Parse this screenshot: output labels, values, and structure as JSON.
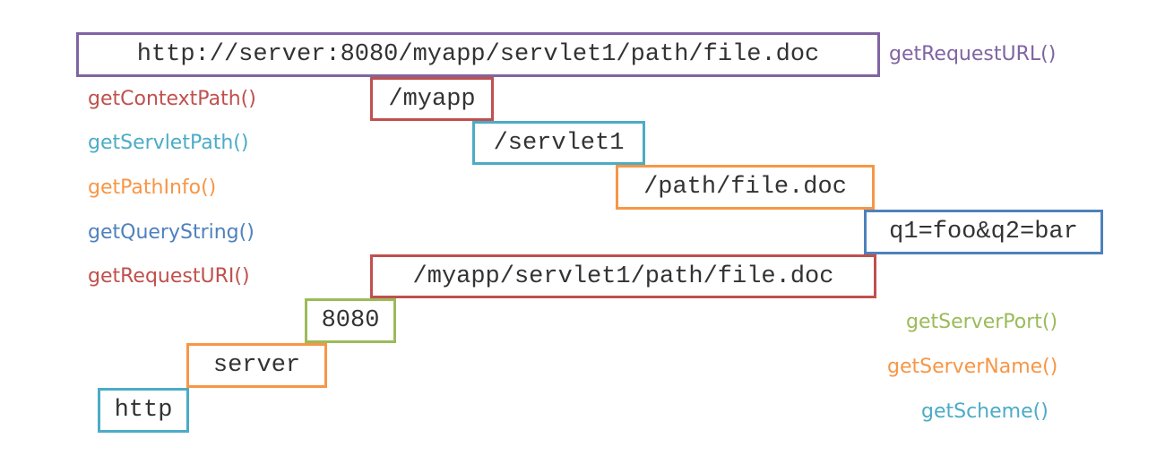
{
  "colors": {
    "purple": "#8064a2",
    "red": "#c0504d",
    "teal": "#4bacc6",
    "orange": "#f79646",
    "blue": "#4f81bd",
    "green": "#9bbb59"
  },
  "rows": {
    "request_url": {
      "value": "http://server:8080/myapp/servlet1/path/file.doc",
      "method": "getRequestURL()"
    },
    "context_path": {
      "value": "/myapp",
      "method": "getContextPath()"
    },
    "servlet_path": {
      "value": "/servlet1",
      "method": "getServletPath()"
    },
    "path_info": {
      "value": "/path/file.doc",
      "method": "getPathInfo()"
    },
    "query_string": {
      "value": "q1=foo&q2=bar",
      "method": "getQueryString()"
    },
    "request_uri": {
      "value": "/myapp/servlet1/path/file.doc",
      "method": "getRequestURI()"
    },
    "server_port": {
      "value": "8080",
      "method": "getServerPort()"
    },
    "server_name": {
      "value": "server",
      "method": "getServerName()"
    },
    "scheme": {
      "value": "http",
      "method": "getScheme()"
    }
  }
}
